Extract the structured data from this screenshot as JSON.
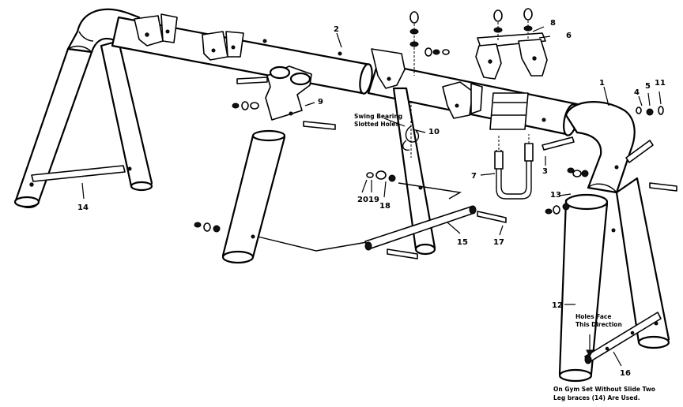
{
  "callouts": {
    "p1": "1",
    "p2": "2",
    "p3": "3",
    "p4": "4",
    "p5": "5",
    "p6": "6",
    "p7": "7",
    "p8": "8",
    "p9": "9",
    "p10": "10",
    "p11": "11",
    "p12": "12",
    "p13": "13",
    "p14": "14",
    "p15": "15",
    "p16": "16",
    "p17": "17",
    "p18": "18",
    "p19": "19",
    "p20": "20"
  },
  "notes": {
    "swing_bearing_line1": "Swing Bearing",
    "swing_bearing_line2": "Slotted Holes",
    "holes_face_line1": "Holes Face",
    "holes_face_line2": "This Direction",
    "footnote_line1": "On Gym Set Without Slide Two",
    "footnote_line2": "Leg braces (14) Are Used."
  }
}
